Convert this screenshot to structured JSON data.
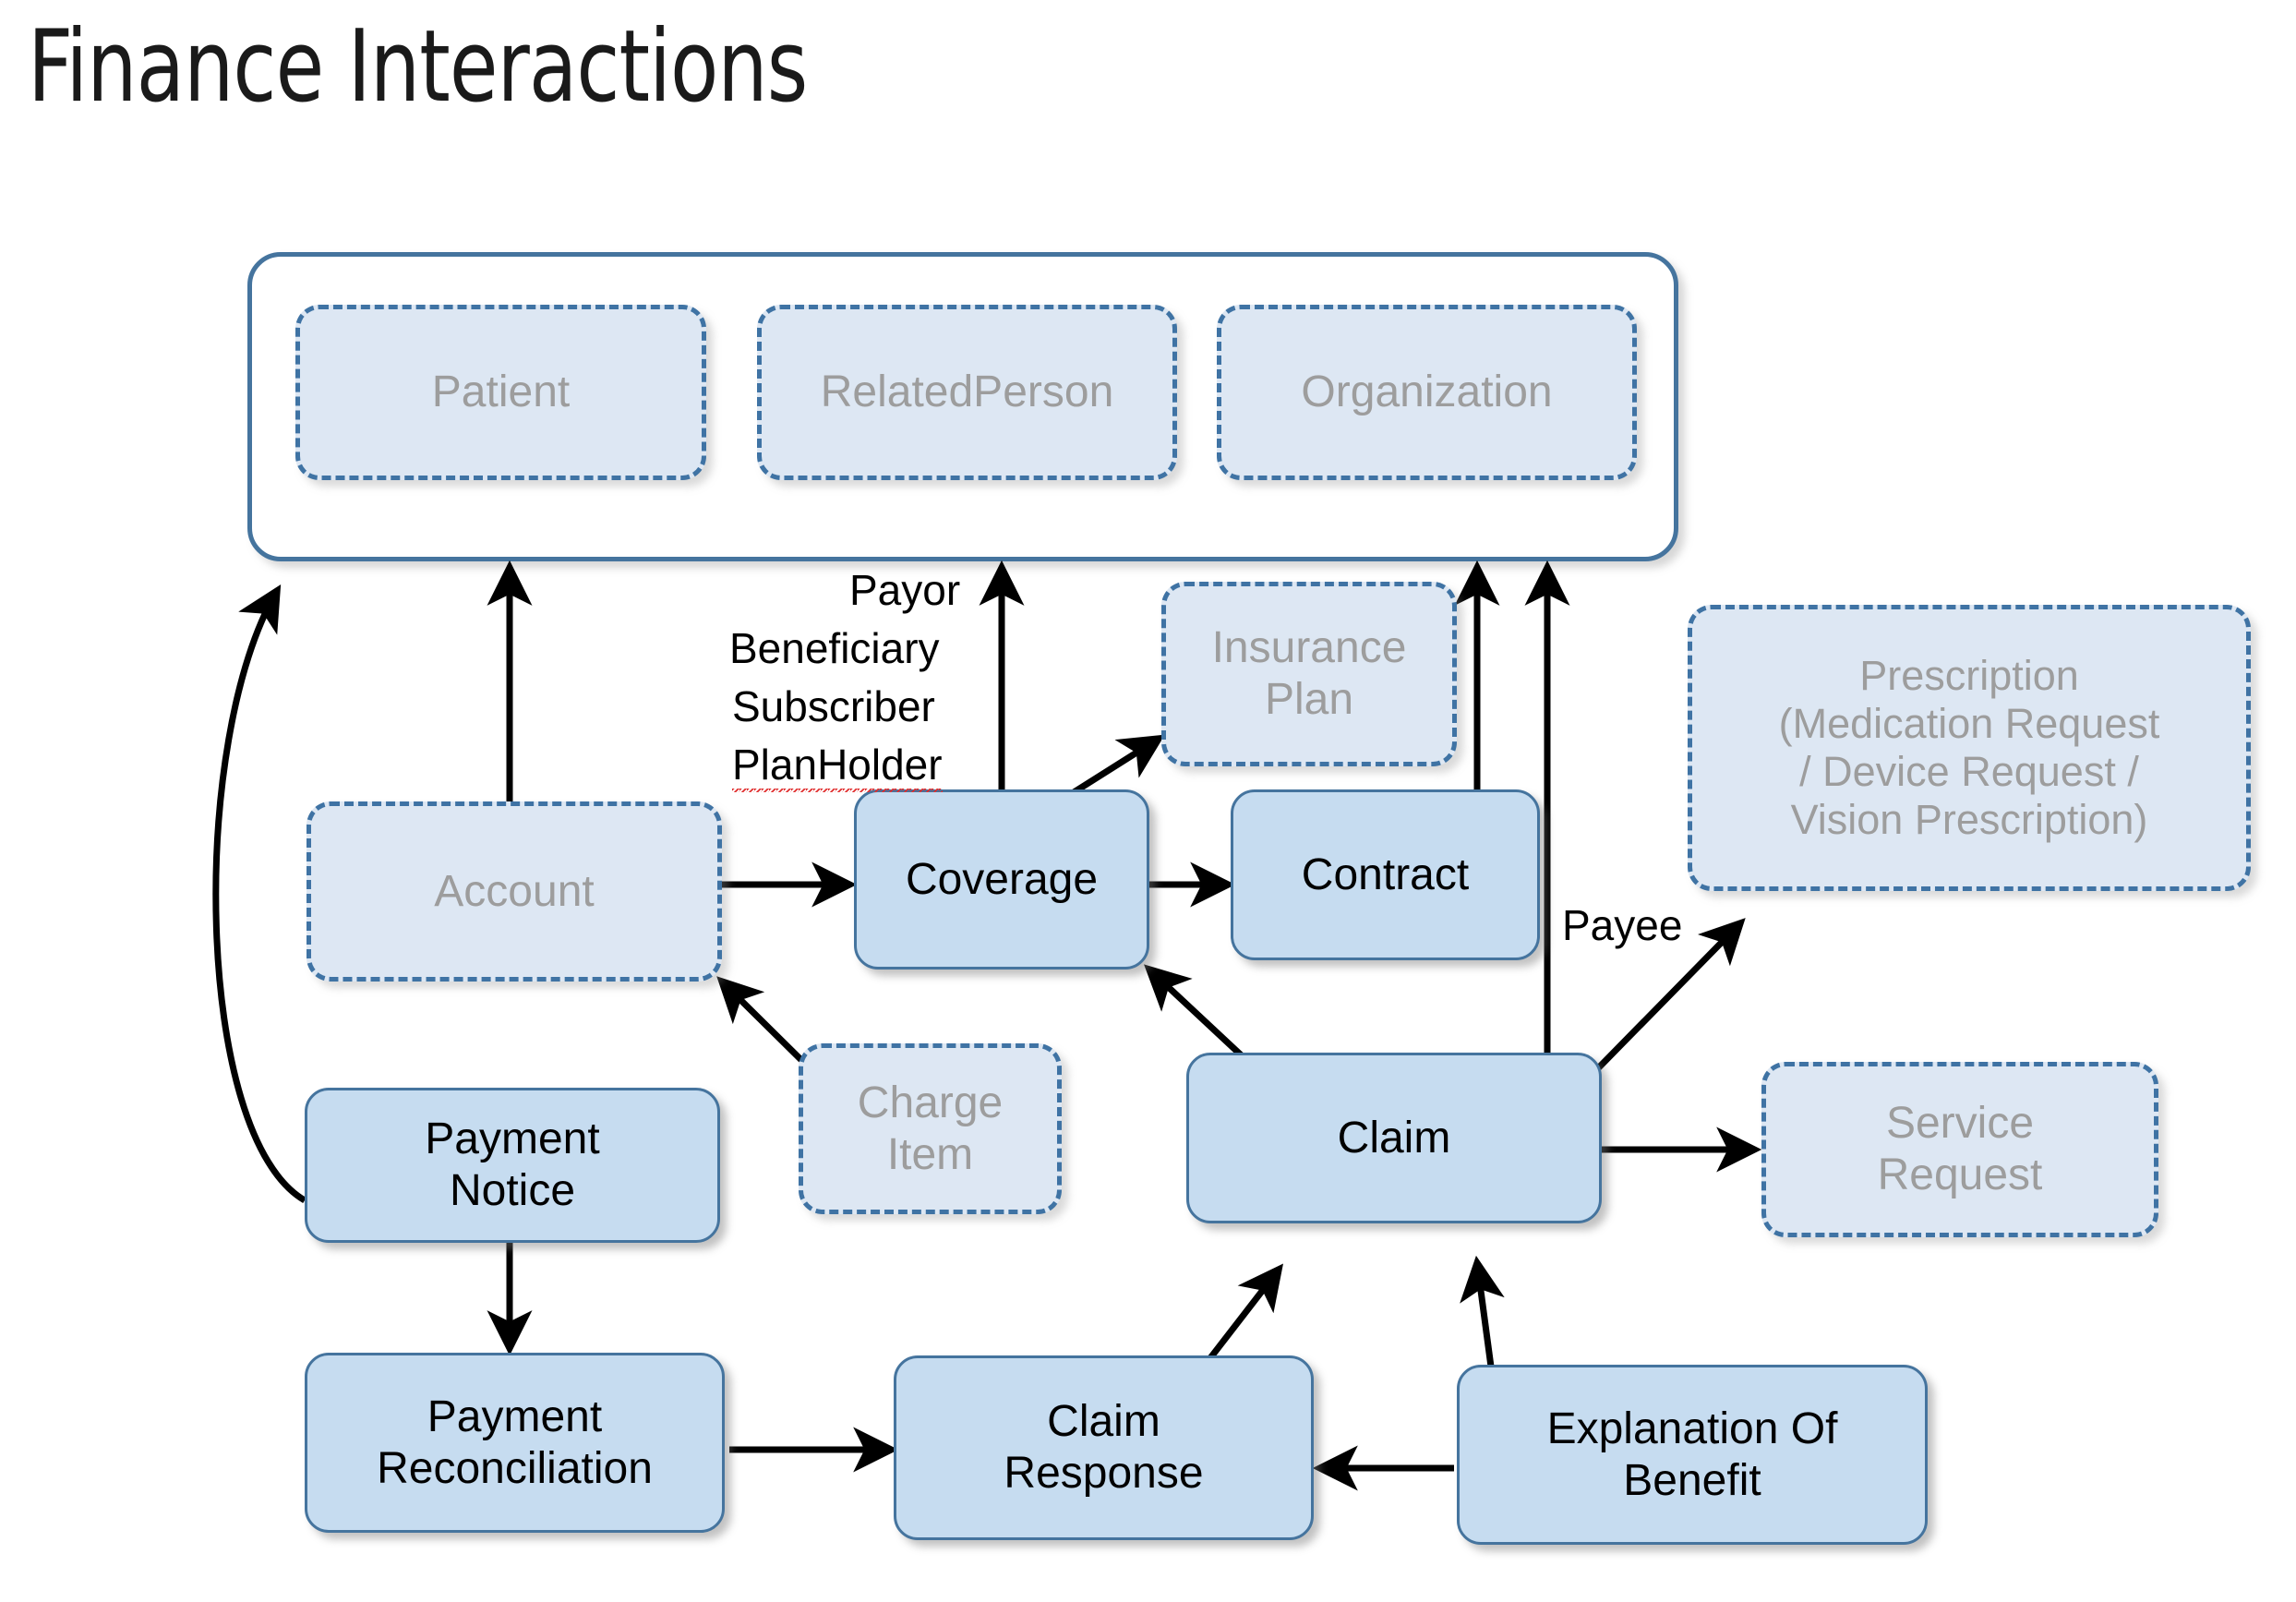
{
  "page": {
    "title": "Finance Interactions",
    "background": "#ffffff"
  },
  "colors": {
    "solid_fill": "#c6dcf0",
    "faded_fill": "#dde7f3",
    "border_blue": "#45749e",
    "faded_text": "#9d9d9d",
    "solid_text": "#000000",
    "arrow": "#000000"
  },
  "actor_group": {
    "name": "actor-group",
    "nodes": [
      {
        "id": "patient",
        "label": "Patient",
        "style": "faded"
      },
      {
        "id": "relatedperson",
        "label": "RelatedPerson",
        "style": "faded"
      },
      {
        "id": "organization",
        "label": "Organization",
        "style": "faded"
      }
    ]
  },
  "nodes": [
    {
      "id": "insurance-plan",
      "label": "Insurance\nPlan",
      "style": "faded"
    },
    {
      "id": "prescription",
      "label": "Prescription\n(Medication Request\n/ Device Request /\nVision Prescription)",
      "style": "faded"
    },
    {
      "id": "account",
      "label": "Account",
      "style": "faded"
    },
    {
      "id": "coverage",
      "label": "Coverage",
      "style": "solid"
    },
    {
      "id": "contract",
      "label": "Contract",
      "style": "solid"
    },
    {
      "id": "payment-notice",
      "label": "Payment\nNotice",
      "style": "solid"
    },
    {
      "id": "charge-item",
      "label": "Charge\nItem",
      "style": "faded"
    },
    {
      "id": "claim",
      "label": "Claim",
      "style": "solid"
    },
    {
      "id": "service-request",
      "label": "Service\nRequest",
      "style": "faded"
    },
    {
      "id": "payment-reconciliation",
      "label": "Payment\nReconciliation",
      "style": "solid"
    },
    {
      "id": "claim-response",
      "label": "Claim\nResponse",
      "style": "solid"
    },
    {
      "id": "explanation-of-benefit",
      "label": "Explanation Of\nBenefit",
      "style": "solid"
    }
  ],
  "edge_labels": {
    "coverage_actor_roles": [
      "Payor",
      "Beneficiary",
      "Subscriber",
      "PlanHolder"
    ],
    "claim_payee": "Payee"
  },
  "edges": [
    {
      "from": "account",
      "to": "actor-group",
      "label": ""
    },
    {
      "from": "coverage",
      "to": "actor-group",
      "label": "Payor / Beneficiary / Subscriber / PlanHolder"
    },
    {
      "from": "contract",
      "to": "actor-group",
      "label": ""
    },
    {
      "from": "claim",
      "to": "actor-group",
      "label": ""
    },
    {
      "from": "payment-notice",
      "to": "actor-group",
      "label": ""
    },
    {
      "from": "account",
      "to": "coverage",
      "label": ""
    },
    {
      "from": "coverage",
      "to": "contract",
      "label": ""
    },
    {
      "from": "coverage",
      "to": "insurance-plan",
      "label": ""
    },
    {
      "from": "charge-item",
      "to": "account",
      "label": ""
    },
    {
      "from": "claim",
      "to": "coverage",
      "label": ""
    },
    {
      "from": "claim",
      "to": "prescription",
      "label": "Payee"
    },
    {
      "from": "claim",
      "to": "service-request",
      "label": ""
    },
    {
      "from": "payment-notice",
      "to": "payment-reconciliation",
      "label": ""
    },
    {
      "from": "payment-reconciliation",
      "to": "claim-response",
      "label": ""
    },
    {
      "from": "explanation-of-benefit",
      "to": "claim-response",
      "label": ""
    },
    {
      "from": "claim-response",
      "to": "claim",
      "label": ""
    },
    {
      "from": "explanation-of-benefit",
      "to": "claim",
      "label": ""
    }
  ]
}
